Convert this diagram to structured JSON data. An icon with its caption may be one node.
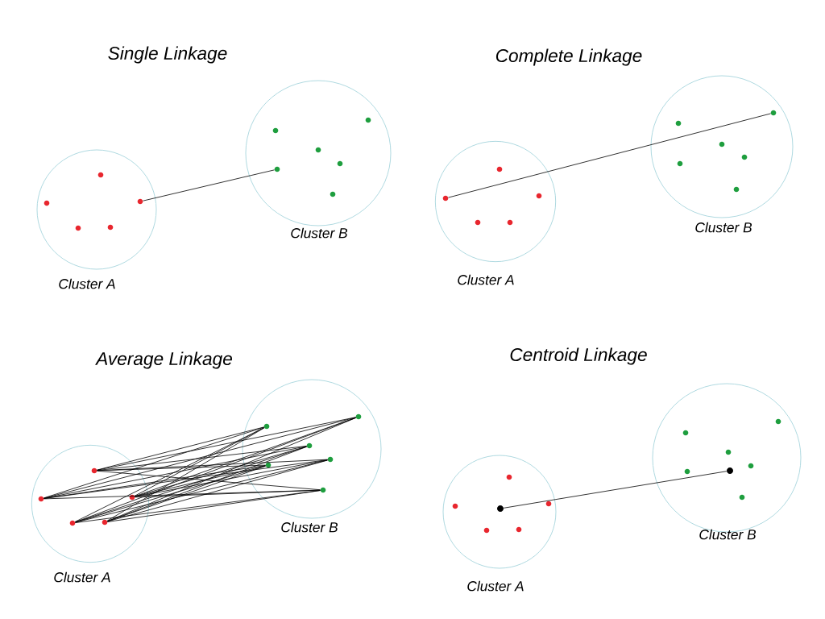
{
  "diagram": {
    "nodes": [
      {
        "text": [
          "Cluster A"
        ]
      },
      {
        "text": [],
        "shape": "circle",
        "in": 0
      },
      {
        "text": [],
        "shape": "circle",
        "in": 0
      },
      {
        "text": [],
        "shape": "circle",
        "in": 0
      },
      {
        "text": [],
        "shape": "circle",
        "in": 0
      },
      {
        "text": [],
        "shape": "circle",
        "in": 0
      },
      {
        "text": [
          "Cluster B"
        ]
      },
      {
        "text": [],
        "shape": "circle",
        "in": 6
      },
      {
        "text": [],
        "shape": "circle",
        "in": 6
      },
      {
        "text": [],
        "shape": "circle",
        "in": 6
      },
      {
        "text": [],
        "shape": "circle",
        "in": 6
      },
      {
        "text": [],
        "shape": "circle",
        "in": 6
      },
      {
        "text": [],
        "shape": "circle",
        "in": 6
      },
      {
        "text": [
          "Cluster A"
        ]
      },
      {
        "text": [],
        "shape": "circle",
        "in": 13
      },
      {
        "text": [],
        "shape": "circle",
        "in": 13
      },
      {
        "text": [],
        "shape": "circle",
        "in": 13
      },
      {
        "text": [],
        "shape": "circle",
        "in": 13
      },
      {
        "text": [],
        "shape": "circle",
        "in": 13
      },
      {
        "text": [
          "Cluster B"
        ]
      },
      {
        "text": [],
        "shape": "circle",
        "in": 19
      },
      {
        "text": [],
        "shape": "circle",
        "in": 19
      },
      {
        "text": [],
        "shape": "circle",
        "in": 19
      },
      {
        "text": [],
        "shape": "circle",
        "in": 19
      },
      {
        "text": [],
        "shape": "circle",
        "in": 19
      },
      {
        "text": [],
        "shape": "circle",
        "in": 19
      },
      {
        "text": [
          "Cluster A"
        ]
      },
      {
        "text": [],
        "shape": "circle",
        "in": 26
      },
      {
        "text": [],
        "shape": "circle",
        "in": 26
      },
      {
        "text": [],
        "shape": "circle",
        "in": 26
      },
      {
        "text": [],
        "shape": "circle",
        "in": 26
      },
      {
        "text": [],
        "shape": "circle",
        "in": 26
      },
      {
        "text": [
          "Cluster B"
        ]
      },
      {
        "text": [],
        "shape": "circle",
        "in": 32
      },
      {
        "text": [],
        "shape": "circle",
        "in": 32
      },
      {
        "text": [],
        "shape": "circle",
        "in": 32
      },
      {
        "text": [],
        "shape": "circle",
        "in": 32
      },
      {
        "text": [],
        "shape": "circle",
        "in": 32
      },
      {
        "text": [],
        "shape": "circle",
        "in": 32
      },
      {
        "text": [
          "Cluster A"
        ]
      },
      {
        "text": [],
        "shape": "circle",
        "in": 39
      },
      {
        "text": [],
        "shape": "circle",
        "in": 39
      },
      {
        "text": [],
        "shape": "circle",
        "in": 39
      },
      {
        "text": [],
        "shape": "circle",
        "in": 39
      },
      {
        "text": [],
        "shape": "circle",
        "in": 39
      },
      {
        "text": [],
        "shape": "circle",
        "in": 39
      },
      {
        "text": [
          "Cluster B"
        ]
      },
      {
        "text": [],
        "shape": "circle",
        "in": 46
      },
      {
        "text": [],
        "shape": "circle",
        "in": 46
      },
      {
        "text": [],
        "shape": "circle",
        "in": 46
      },
      {
        "text": [],
        "shape": "circle",
        "in": 46
      },
      {
        "text": [],
        "shape": "circle",
        "in": 46
      },
      {
        "text": [],
        "shape": "circle",
        "in": 46
      },
      {
        "text": [],
        "shape": "circle",
        "in": 46
      }
    ],
    "edges": [
      {
        "from": 3,
        "to": 11,
        "arrow": "none"
      },
      {
        "from": 15,
        "to": 21,
        "arrow": "none"
      },
      {
        "from": 27,
        "to": 33,
        "arrow": "none"
      },
      {
        "from": 27,
        "to": 34,
        "arrow": "none"
      },
      {
        "from": 27,
        "to": 35,
        "arrow": "none"
      },
      {
        "from": 27,
        "to": 36,
        "arrow": "none"
      },
      {
        "from": 27,
        "to": 37,
        "arrow": "none"
      },
      {
        "from": 27,
        "to": 38,
        "arrow": "none"
      },
      {
        "from": 28,
        "to": 33,
        "arrow": "none"
      },
      {
        "from": 28,
        "to": 34,
        "arrow": "none"
      },
      {
        "from": 28,
        "to": 35,
        "arrow": "none"
      },
      {
        "from": 28,
        "to": 36,
        "arrow": "none"
      },
      {
        "from": 28,
        "to": 37,
        "arrow": "none"
      },
      {
        "from": 28,
        "to": 38,
        "arrow": "none"
      },
      {
        "from": 29,
        "to": 33,
        "arrow": "none"
      },
      {
        "from": 29,
        "to": 34,
        "arrow": "none"
      },
      {
        "from": 29,
        "to": 35,
        "arrow": "none"
      },
      {
        "from": 29,
        "to": 36,
        "arrow": "none"
      },
      {
        "from": 29,
        "to": 37,
        "arrow": "none"
      },
      {
        "from": 29,
        "to": 38,
        "arrow": "none"
      },
      {
        "from": 30,
        "to": 33,
        "arrow": "none"
      },
      {
        "from": 30,
        "to": 34,
        "arrow": "none"
      },
      {
        "from": 30,
        "to": 35,
        "arrow": "none"
      },
      {
        "from": 30,
        "to": 36,
        "arrow": "none"
      },
      {
        "from": 30,
        "to": 37,
        "arrow": "none"
      },
      {
        "from": 30,
        "to": 38,
        "arrow": "none"
      },
      {
        "from": 31,
        "to": 33,
        "arrow": "none"
      },
      {
        "from": 31,
        "to": 34,
        "arrow": "none"
      },
      {
        "from": 31,
        "to": 35,
        "arrow": "none"
      },
      {
        "from": 31,
        "to": 36,
        "arrow": "none"
      },
      {
        "from": 31,
        "to": 37,
        "arrow": "none"
      },
      {
        "from": 31,
        "to": 38,
        "arrow": "none"
      },
      {
        "from": 45,
        "to": 53,
        "arrow": "none"
      }
    ],
    "labels": [
      "Single Linkage",
      "Complete Linkage",
      "Average Linkage",
      "Centroid Linkage"
    ]
  }
}
